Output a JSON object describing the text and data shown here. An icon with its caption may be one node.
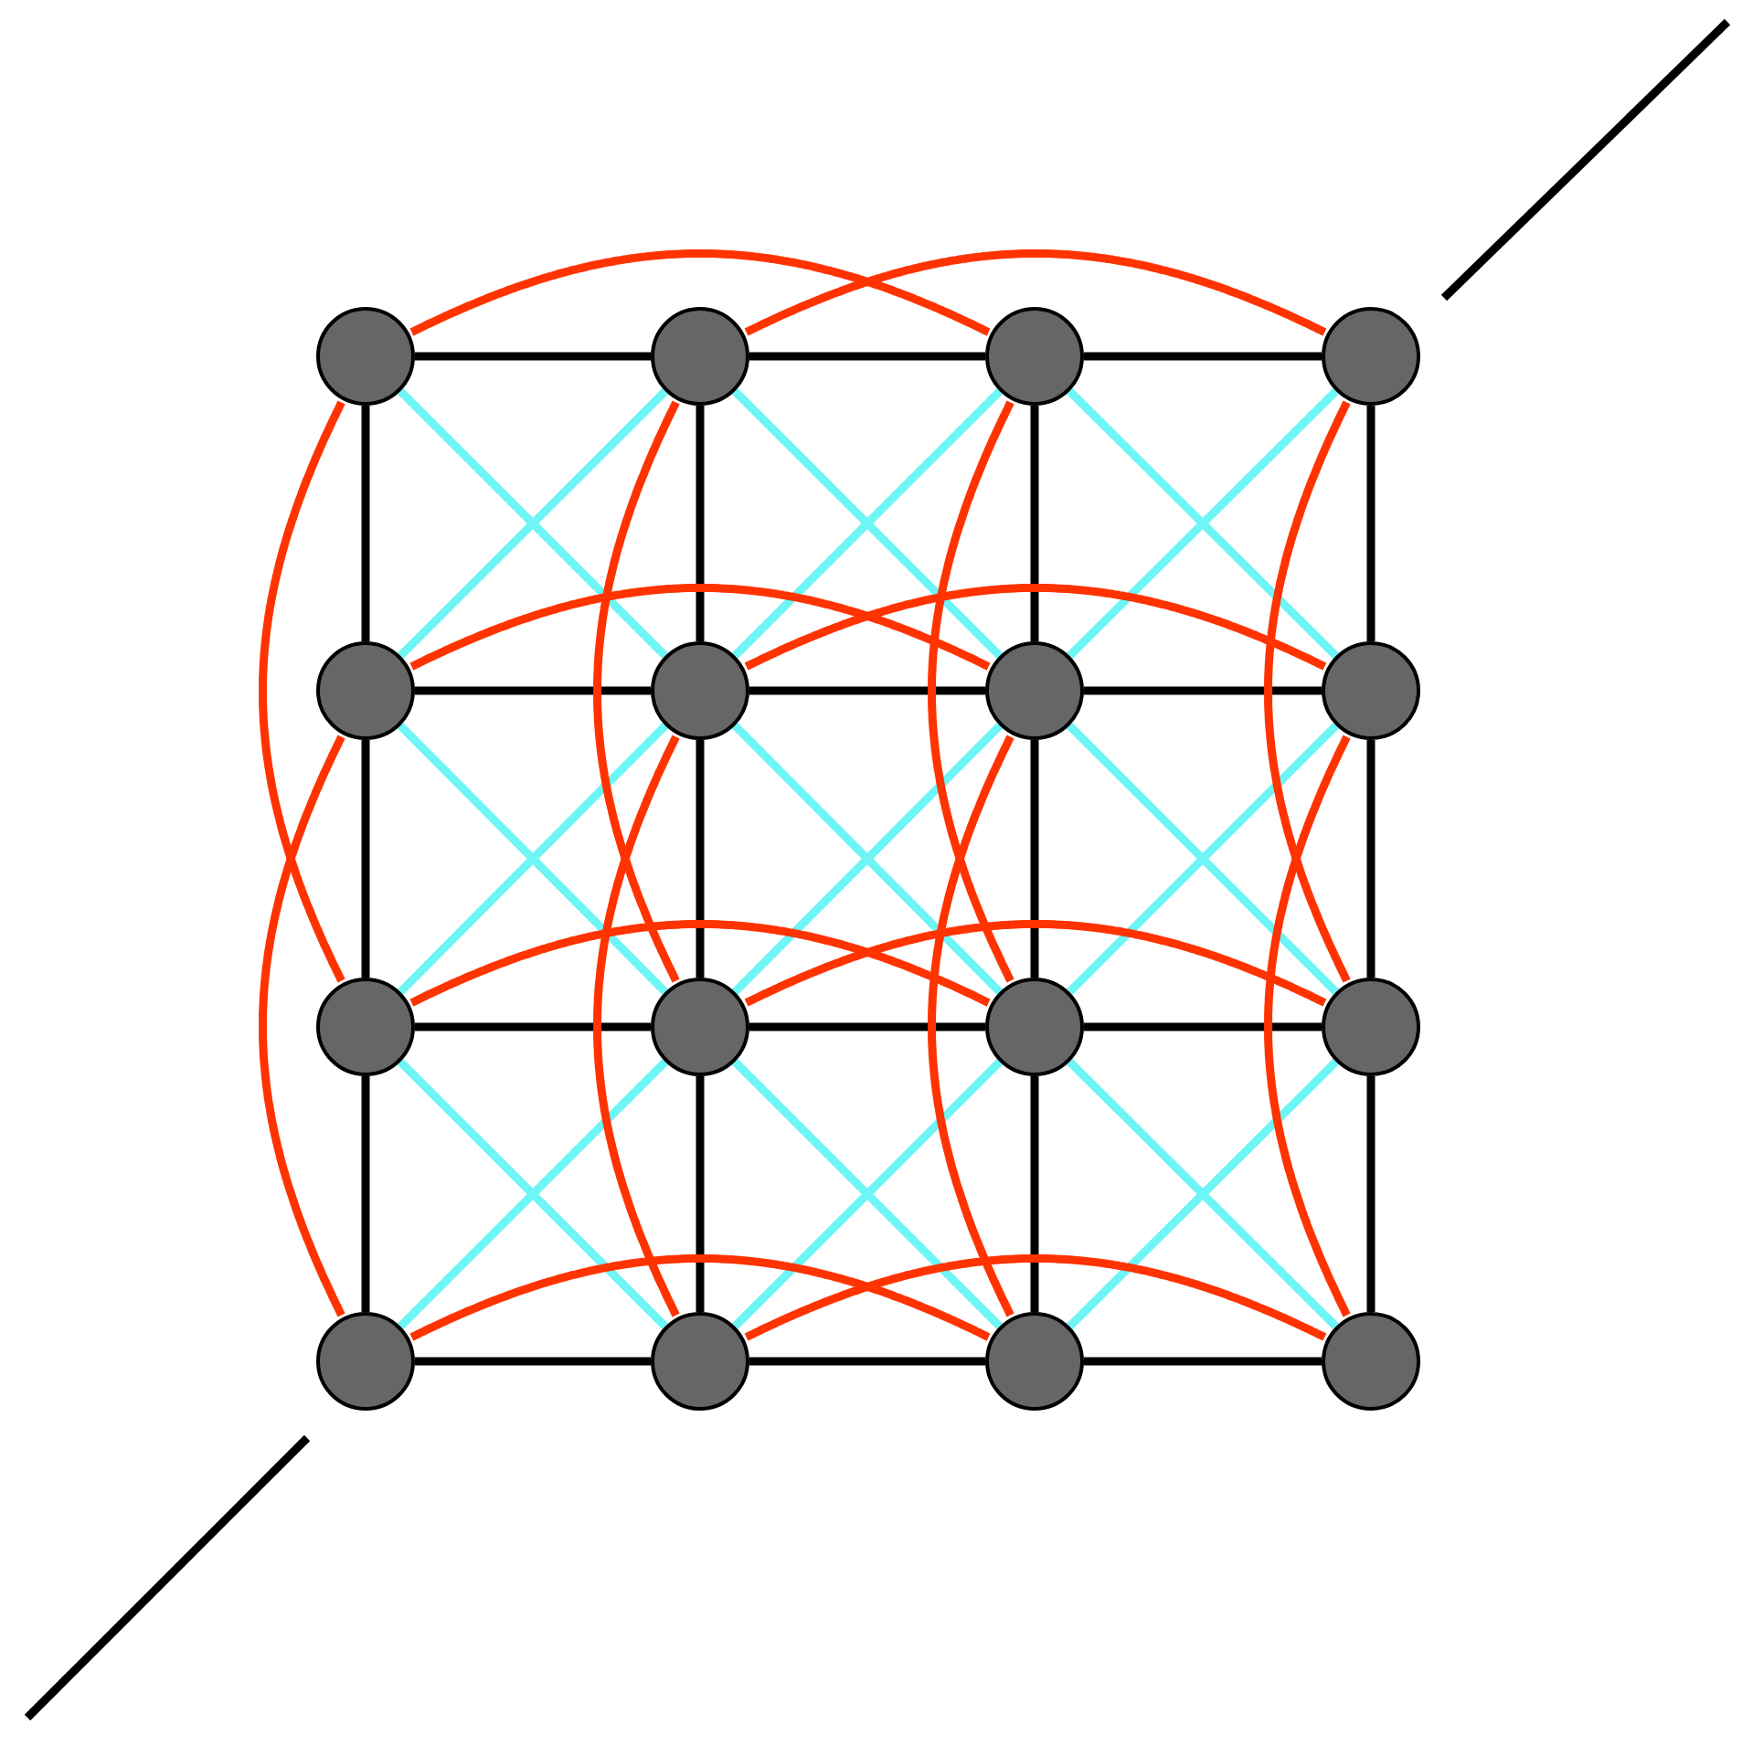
{
  "diagram": {
    "nodes": [
      {
        "text": [],
        "shape": "circle"
      },
      {
        "text": [],
        "shape": "circle"
      },
      {
        "text": [],
        "shape": "circle"
      },
      {
        "text": [],
        "shape": "circle"
      },
      {
        "text": [],
        "shape": "circle"
      },
      {
        "text": [],
        "shape": "circle"
      },
      {
        "text": [],
        "shape": "circle"
      },
      {
        "text": [],
        "shape": "circle"
      },
      {
        "text": [],
        "shape": "circle"
      },
      {
        "text": [],
        "shape": "circle"
      },
      {
        "text": [],
        "shape": "circle"
      },
      {
        "text": [],
        "shape": "circle"
      },
      {
        "text": [],
        "shape": "circle"
      },
      {
        "text": [],
        "shape": "circle"
      },
      {
        "text": [],
        "shape": "circle"
      },
      {
        "text": [],
        "shape": "circle"
      }
    ],
    "edges": [
      {
        "from": 0,
        "to": 1,
        "arrow": "none"
      },
      {
        "from": 1,
        "to": 2,
        "arrow": "none"
      },
      {
        "from": 2,
        "to": 3,
        "arrow": "none"
      },
      {
        "from": 4,
        "to": 5,
        "arrow": "none"
      },
      {
        "from": 5,
        "to": 6,
        "arrow": "none"
      },
      {
        "from": 6,
        "to": 7,
        "arrow": "none"
      },
      {
        "from": 8,
        "to": 9,
        "arrow": "none"
      },
      {
        "from": 9,
        "to": 10,
        "arrow": "none"
      },
      {
        "from": 10,
        "to": 11,
        "arrow": "none"
      },
      {
        "from": 12,
        "to": 13,
        "arrow": "none"
      },
      {
        "from": 13,
        "to": 14,
        "arrow": "none"
      },
      {
        "from": 14,
        "to": 15,
        "arrow": "none"
      },
      {
        "from": 0,
        "to": 4,
        "arrow": "none"
      },
      {
        "from": 4,
        "to": 8,
        "arrow": "none"
      },
      {
        "from": 8,
        "to": 12,
        "arrow": "none"
      },
      {
        "from": 1,
        "to": 5,
        "arrow": "none"
      },
      {
        "from": 5,
        "to": 9,
        "arrow": "none"
      },
      {
        "from": 9,
        "to": 13,
        "arrow": "none"
      },
      {
        "from": 2,
        "to": 6,
        "arrow": "none"
      },
      {
        "from": 6,
        "to": 10,
        "arrow": "none"
      },
      {
        "from": 10,
        "to": 14,
        "arrow": "none"
      },
      {
        "from": 3,
        "to": 7,
        "arrow": "none"
      },
      {
        "from": 7,
        "to": 11,
        "arrow": "none"
      },
      {
        "from": 11,
        "to": 15,
        "arrow": "none"
      },
      {
        "from": 0,
        "to": 5,
        "arrow": "none",
        "color": "#6ef5f5"
      },
      {
        "from": 1,
        "to": 4,
        "arrow": "none",
        "color": "#6ef5f5"
      },
      {
        "from": 1,
        "to": 6,
        "arrow": "none",
        "color": "#6ef5f5"
      },
      {
        "from": 2,
        "to": 5,
        "arrow": "none",
        "color": "#6ef5f5"
      },
      {
        "from": 2,
        "to": 7,
        "arrow": "none",
        "color": "#6ef5f5"
      },
      {
        "from": 3,
        "to": 6,
        "arrow": "none",
        "color": "#6ef5f5"
      },
      {
        "from": 4,
        "to": 9,
        "arrow": "none",
        "color": "#6ef5f5"
      },
      {
        "from": 5,
        "to": 8,
        "arrow": "none",
        "color": "#6ef5f5"
      },
      {
        "from": 5,
        "to": 10,
        "arrow": "none",
        "color": "#6ef5f5"
      },
      {
        "from": 6,
        "to": 9,
        "arrow": "none",
        "color": "#6ef5f5"
      },
      {
        "from": 6,
        "to": 11,
        "arrow": "none",
        "color": "#6ef5f5"
      },
      {
        "from": 7,
        "to": 10,
        "arrow": "none",
        "color": "#6ef5f5"
      },
      {
        "from": 8,
        "to": 13,
        "arrow": "none",
        "color": "#6ef5f5"
      },
      {
        "from": 9,
        "to": 12,
        "arrow": "none",
        "color": "#6ef5f5"
      },
      {
        "from": 9,
        "to": 14,
        "arrow": "none",
        "color": "#6ef5f5"
      },
      {
        "from": 10,
        "to": 13,
        "arrow": "none",
        "color": "#6ef5f5"
      },
      {
        "from": 10,
        "to": 15,
        "arrow": "none",
        "color": "#6ef5f5"
      },
      {
        "from": 11,
        "to": 14,
        "arrow": "none",
        "color": "#6ef5f5"
      },
      {
        "from": 0,
        "to": 2,
        "arrow": "none",
        "color": "#ff3300"
      },
      {
        "from": 1,
        "to": 3,
        "arrow": "none",
        "color": "#ff3300"
      },
      {
        "from": 4,
        "to": 6,
        "arrow": "none",
        "color": "#ff3300"
      },
      {
        "from": 5,
        "to": 7,
        "arrow": "none",
        "color": "#ff3300"
      },
      {
        "from": 8,
        "to": 10,
        "arrow": "none",
        "color": "#ff3300"
      },
      {
        "from": 9,
        "to": 11,
        "arrow": "none",
        "color": "#ff3300"
      },
      {
        "from": 12,
        "to": 14,
        "arrow": "none",
        "color": "#ff3300"
      },
      {
        "from": 13,
        "to": 15,
        "arrow": "none",
        "color": "#ff3300"
      },
      {
        "from": 0,
        "to": 8,
        "arrow": "none",
        "color": "#ff3300"
      },
      {
        "from": 4,
        "to": 12,
        "arrow": "none",
        "color": "#ff3300"
      },
      {
        "from": 1,
        "to": 9,
        "arrow": "none",
        "color": "#ff3300"
      },
      {
        "from": 5,
        "to": 13,
        "arrow": "none",
        "color": "#ff3300"
      },
      {
        "from": 2,
        "to": 10,
        "arrow": "none",
        "color": "#ff3300"
      },
      {
        "from": 6,
        "to": 14,
        "arrow": "none",
        "color": "#ff3300"
      },
      {
        "from": 3,
        "to": 11,
        "arrow": "none",
        "color": "#ff3300"
      },
      {
        "from": 7,
        "to": 15,
        "arrow": "none",
        "color": "#ff3300"
      }
    ]
  }
}
